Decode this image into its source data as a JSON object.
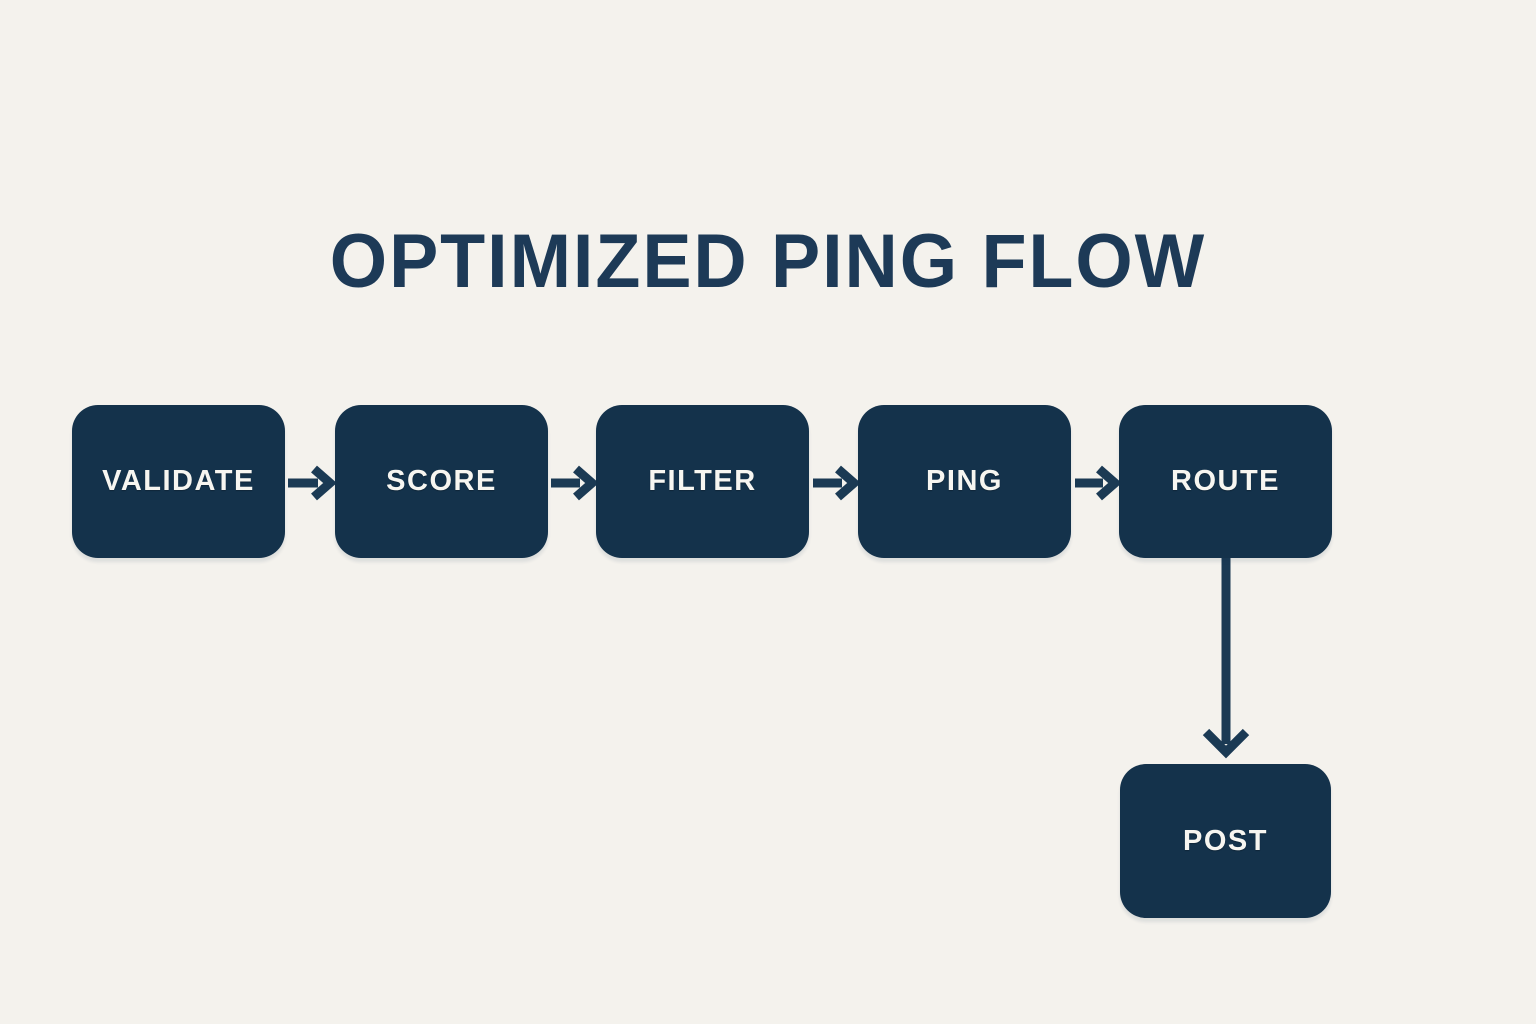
{
  "title": "OPTIMIZED PING FLOW",
  "colors": {
    "background": "#f4f2ed",
    "node_fill": "#14324b",
    "title_text": "#1d3a57",
    "arrow": "#1b3a54",
    "node_label_text": "#f7f6f1"
  },
  "flow": {
    "nodes": [
      {
        "id": "validate",
        "label": "VALIDATE"
      },
      {
        "id": "score",
        "label": "SCORE"
      },
      {
        "id": "filter",
        "label": "FILTER"
      },
      {
        "id": "ping",
        "label": "PING"
      },
      {
        "id": "route",
        "label": "ROUTE"
      },
      {
        "id": "post",
        "label": "POST"
      }
    ],
    "edges": [
      {
        "from": "validate",
        "to": "score",
        "direction": "right"
      },
      {
        "from": "score",
        "to": "filter",
        "direction": "right"
      },
      {
        "from": "filter",
        "to": "ping",
        "direction": "right"
      },
      {
        "from": "ping",
        "to": "route",
        "direction": "right"
      },
      {
        "from": "route",
        "to": "post",
        "direction": "down"
      }
    ]
  }
}
